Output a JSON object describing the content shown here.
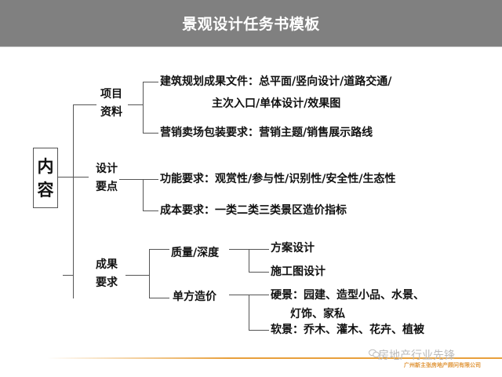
{
  "header": {
    "title": "景观设计任务书模板",
    "background_color": "#808080"
  },
  "tree": {
    "root": [
      "内",
      "容"
    ],
    "branches": [
      {
        "label_lines": [
          "项目",
          "资料"
        ],
        "children": [
          {
            "lines": [
              "建筑规划成果文件：总平面/竖向设计/道路交通/",
              "主次入口/单体设计/效果图"
            ]
          },
          {
            "lines": [
              "营销卖场包装要求：营销主题/销售展示路线"
            ]
          }
        ]
      },
      {
        "label_lines": [
          "设计",
          "要点"
        ],
        "children": [
          {
            "lines": [
              "功能要求：观赏性/参与性/识别性/安全性/生态性"
            ]
          },
          {
            "lines": [
              "成本要求：一类二类三类景区造价指标"
            ]
          }
        ]
      },
      {
        "label_lines": [
          "成果",
          "要求"
        ],
        "children": [
          {
            "label": "质量/深度",
            "children": [
              {
                "lines": [
                  "方案设计"
                ]
              },
              {
                "lines": [
                  "施工图设计"
                ]
              }
            ]
          },
          {
            "label": "单方造价",
            "children": [
              {
                "lines": [
                  "硬景：园建、造型小品、水景、",
                  "灯饰、家私"
                ]
              },
              {
                "lines": [
                  "软景：乔木、灌木、花卉、植被"
                ]
              }
            ]
          }
        ]
      }
    ]
  },
  "footer": {
    "brand": "房地产行业先锋",
    "company": "广州新主张房地产顾问有限公司",
    "accent_color": "#e8a03c"
  }
}
